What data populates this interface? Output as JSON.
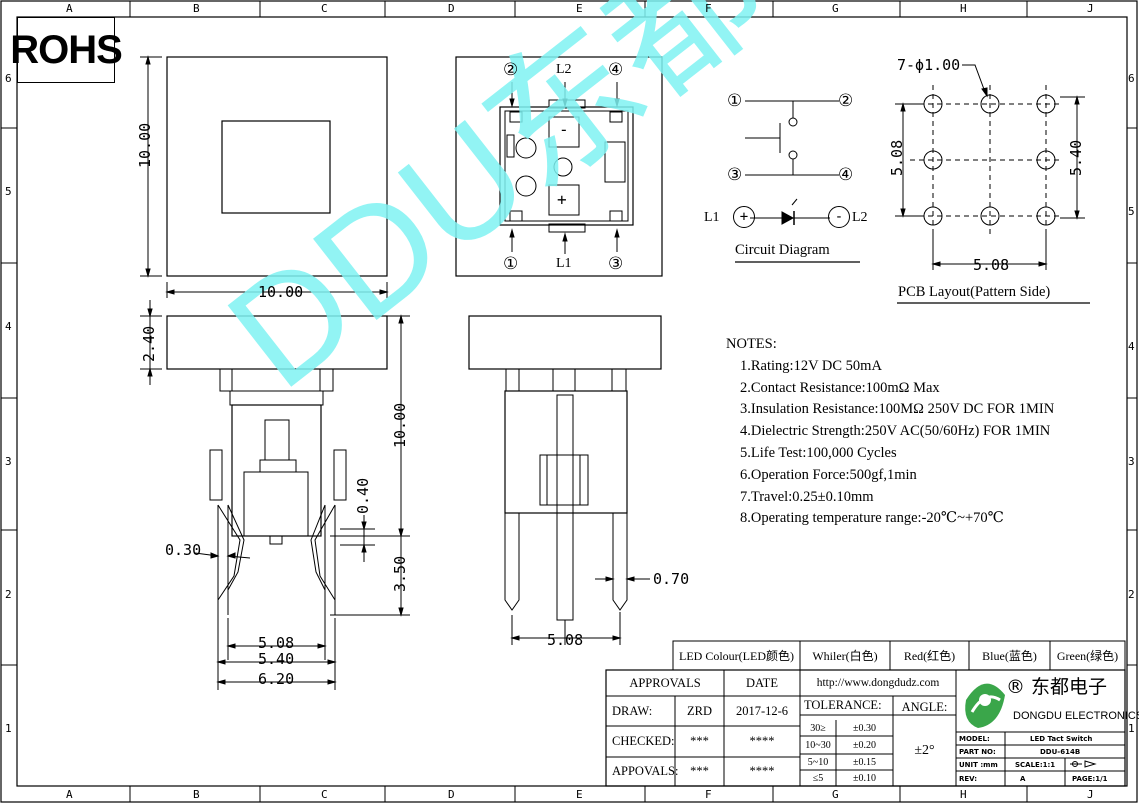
{
  "rohs": "ROHS",
  "grid": {
    "columns": [
      "A",
      "B",
      "C",
      "D",
      "E",
      "F",
      "G",
      "H",
      "J"
    ],
    "rows": [
      "6",
      "5",
      "4",
      "3",
      "2",
      "1"
    ]
  },
  "watermark": "DDU东都",
  "dims": {
    "w1000": "10.00",
    "h1000": "10.00",
    "h240": "2.40",
    "h1000b": "10.00",
    "d040": "0.40",
    "d030": "0.30",
    "d350": "3.50",
    "d508a": "5.08",
    "d540a": "5.40",
    "d620": "6.20",
    "d508b": "5.08",
    "d070": "0.70",
    "pcb_hole": "7-ϕ1.00",
    "pcb_508v": "5.08",
    "pcb_540v": "5.40",
    "pcb_508h": "5.08"
  },
  "top_view": {
    "pin2": "②",
    "pin4": "④",
    "pin1": "①",
    "pin3": "③",
    "l2": "L2",
    "l1": "L1",
    "minus": "-",
    "plus": "+"
  },
  "circuit": {
    "title": "Circuit Diagram",
    "p1": "①",
    "p2": "②",
    "p3": "③",
    "p4": "④",
    "l1": "L1",
    "l2": "L2",
    "plus": "+",
    "minus": "-"
  },
  "pcb_title": "PCB Layout(Pattern Side)",
  "notes": {
    "head": "NOTES:",
    "items": [
      "1.Rating:12V DC 50mA",
      "2.Contact Resistance:100mΩ Max",
      "3.Insulation Resistance:100MΩ 250V DC FOR 1MIN",
      "4.Dielectric Strength:250V AC(50/60Hz) FOR 1MIN",
      "5.Life Test:100,000 Cycles",
      "6.Operation Force:500gf,1min",
      "7.Travel:0.25±0.10mm",
      "8.Operating temperature range:-20℃~+70℃"
    ]
  },
  "led_row": {
    "label": "LED Colour(LED颜色)",
    "options": [
      "Whiler(白色)",
      "Red(红色)",
      "Blue(蓝色)",
      "Green(绿色)"
    ]
  },
  "title_block": {
    "approvals": "APPROVALS",
    "date": "DATE",
    "url": "http://www.dongdudz.com",
    "draw": "DRAW:",
    "draw_name": "ZRD",
    "draw_date": "2017-12-6",
    "checked": "CHECKED:",
    "checked_name": "***",
    "checked_date": "****",
    "appovals": "APPOVALS:",
    "appovals_name": "***",
    "appovals_date": "****",
    "tolerance": "TOLERANCE:",
    "angle": "ANGLE:",
    "angle_value": "±2°",
    "tol_rows": [
      {
        "range": "30≥",
        "value": "±0.30"
      },
      {
        "range": "10~30",
        "value": "±0.20"
      },
      {
        "range": "5~10",
        "value": "±0.15"
      },
      {
        "range": "≤5",
        "value": "±0.10"
      }
    ],
    "company_cn": "® 东都电子",
    "company_en": "DONGDU ELECTRONICS",
    "model_label": "MODEL:",
    "model_value": "LED Tact Switch",
    "part_label": "PART NO:",
    "part_value": "DDU-614B",
    "unit_label": "UNIT :mm",
    "scale_label": "SCALE:1:1",
    "rev_label": "REV:",
    "rev_value": "A",
    "page_label": "PAGE:1/1"
  }
}
